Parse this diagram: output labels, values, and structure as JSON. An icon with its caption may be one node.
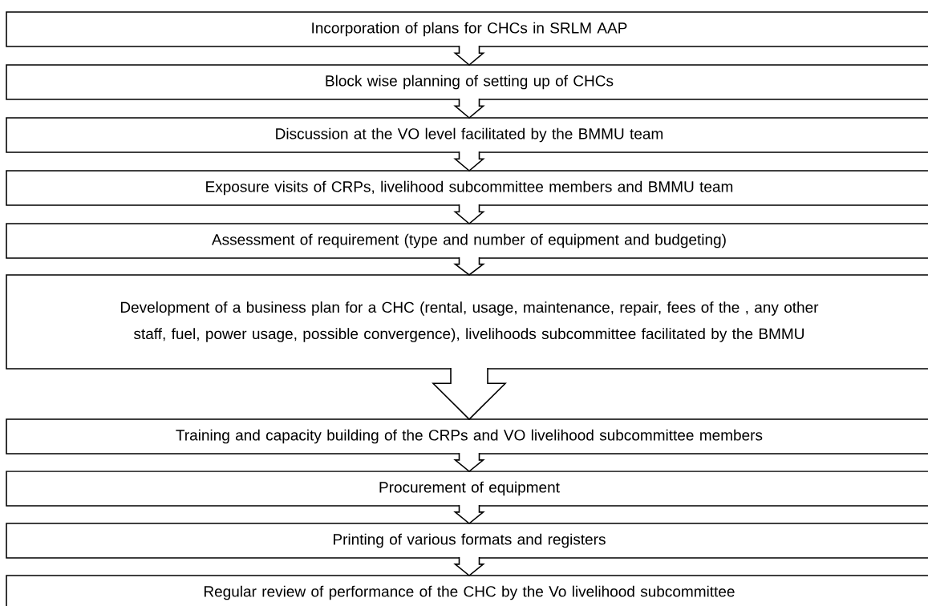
{
  "diagram": {
    "nodes": [
      {
        "text": [
          "Incorporation of plans for CHCs in SRLM AAP"
        ]
      },
      {
        "text": [
          "Block wise planning of setting up of CHCs"
        ]
      },
      {
        "text": [
          "Discussion at the VO level facilitated by the BMMU team"
        ]
      },
      {
        "text": [
          "Exposure visits of CRPs, livelihood subcommittee members and BMMU team"
        ]
      },
      {
        "text": [
          "Assessment of requirement (type and number of equipment and budgeting)"
        ]
      },
      {
        "text": [
          "Development of a business plan for a CHC (rental, usage, maintenance, repair, fees of the , any other staff, fuel, power usage, possible convergence), livelihoods subcommittee facilitated by the BMMU"
        ]
      },
      {
        "text": [
          "Training and capacity building of the CRPs and VO livelihood subcommittee members"
        ]
      },
      {
        "text": [
          "Procurement of equipment"
        ]
      },
      {
        "text": [
          "Printing of various formats and registers"
        ]
      },
      {
        "text": [
          "Regular review of performance of the CHC by the Vo livelihood subcommittee"
        ]
      }
    ],
    "edges": [
      {
        "from": 0,
        "to": 1,
        "arrow": "to"
      },
      {
        "from": 1,
        "to": 2,
        "arrow": "to"
      },
      {
        "from": 2,
        "to": 3,
        "arrow": "to"
      },
      {
        "from": 3,
        "to": 4,
        "arrow": "to"
      },
      {
        "from": 4,
        "to": 5,
        "arrow": "to"
      },
      {
        "from": 5,
        "to": 6,
        "arrow": "to"
      },
      {
        "from": 6,
        "to": 7,
        "arrow": "to"
      },
      {
        "from": 7,
        "to": 8,
        "arrow": "to"
      },
      {
        "from": 8,
        "to": 9,
        "arrow": "to"
      }
    ]
  }
}
